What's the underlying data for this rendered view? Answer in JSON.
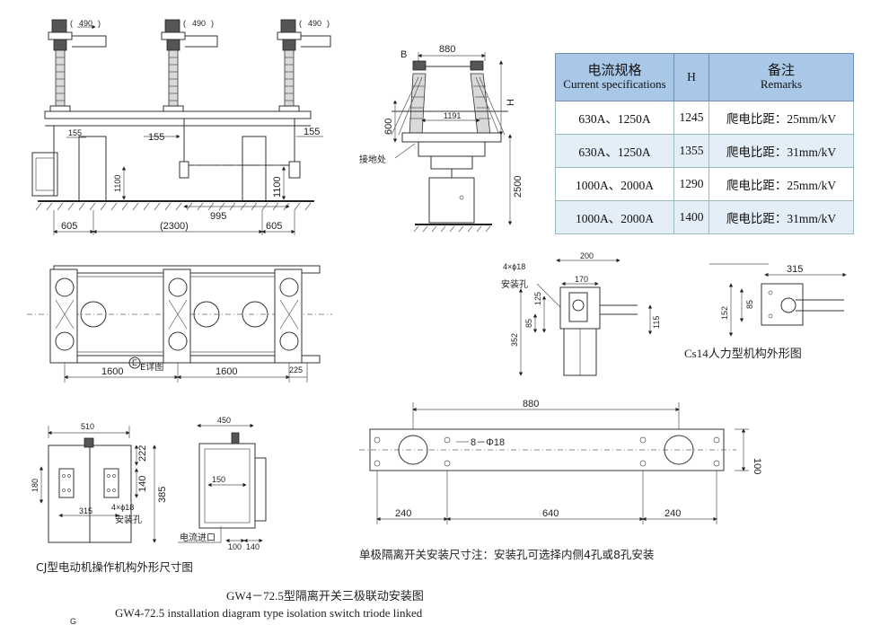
{
  "top_left": {
    "dim_490": "490",
    "dim_155_left": "155",
    "dim_155_mid": "155",
    "dim_155_right": "155",
    "dim_1100_left": "1100",
    "dim_1100_right": "1100",
    "dim_995": "995",
    "dim_605_left": "605",
    "dim_2300": "(2300)",
    "dim_605_right": "605"
  },
  "side_view": {
    "label_b": "B",
    "dim_880": "880",
    "dim_1191": "1191",
    "dim_600": "600",
    "dim_h": "H",
    "dim_2500": "2500",
    "ground_label": "接地处"
  },
  "spec_table": {
    "headers": {
      "current_cn": "电流规格",
      "current_en": "Current specifications",
      "h": "H",
      "remarks_cn": "备注",
      "remarks_en": "Remarks"
    },
    "rows": [
      {
        "current": "630A、1250A",
        "h": "1245",
        "remarks": "爬电比距：25mm/kV"
      },
      {
        "current": "630A、1250A",
        "h": "1355",
        "remarks": "爬电比距：31mm/kV"
      },
      {
        "current": "1000A、2000A",
        "h": "1290",
        "remarks": "爬电比距：25mm/kV"
      },
      {
        "current": "1000A、2000A",
        "h": "1400",
        "remarks": "爬电比距：31mm/kV"
      }
    ]
  },
  "plan_view": {
    "dim_1600_a": "1600",
    "dim_1600_b": "1600",
    "dim_225": "225",
    "detail_label": "E详图"
  },
  "cs14_small": {
    "holes": "4×ϕ18",
    "holes_label": "安装孔",
    "dim_200": "200",
    "dim_170": "170",
    "dim_125": "125",
    "dim_85": "85",
    "dim_352": "352",
    "dim_115": "115"
  },
  "cs14": {
    "dim_315": "315",
    "dim_152": "152",
    "dim_85": "85",
    "caption": "Cs14人力型机构外形图"
  },
  "cj": {
    "dim_510": "510",
    "dim_222": "222",
    "dim_140": "140",
    "dim_385": "385",
    "dim_180": "180",
    "dim_315": "315",
    "holes": "4×ϕ18",
    "holes_label": "安装孔",
    "dim_450": "450",
    "dim_150": "150",
    "dim_100": "100",
    "dim_140b": "140",
    "inlet_label": "电流进口",
    "caption": "CJ型电动机操作机构外形尺寸图"
  },
  "single_pole": {
    "dim_880": "880",
    "holes": "8－Φ18",
    "dim_100": "100",
    "dim_240_a": "240",
    "dim_640": "640",
    "dim_240_b": "240",
    "note": "单极隔离开关安装尺寸注：安装孔可选择内侧4孔或8孔安装"
  },
  "captions": {
    "title_cn": "GW4－72.5型隔离开关三极联动安装图",
    "title_en": "GW4-72.5 installation diagram type isolation switch triode linked",
    "bottom_mark": "G"
  }
}
